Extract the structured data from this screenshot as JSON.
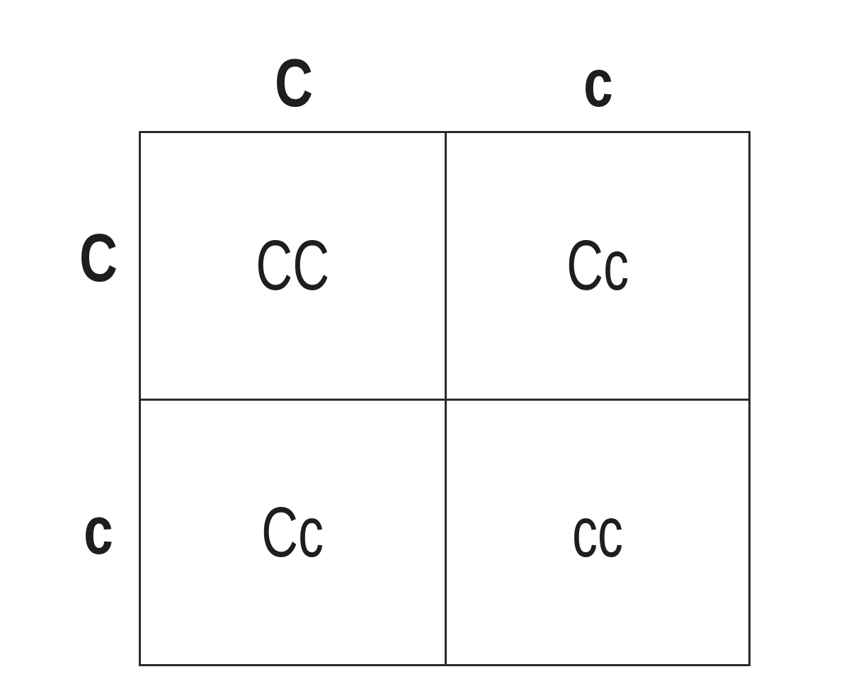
{
  "punnett": {
    "column_headers": [
      "C",
      "c"
    ],
    "row_headers": [
      "C",
      "c"
    ],
    "cells": [
      [
        "CC",
        "Cc"
      ],
      [
        "Cc",
        "cc"
      ]
    ]
  },
  "colors": {
    "ink": "#1e1e1e",
    "grid_line": "#2a2a2a",
    "background": "#ffffff"
  }
}
